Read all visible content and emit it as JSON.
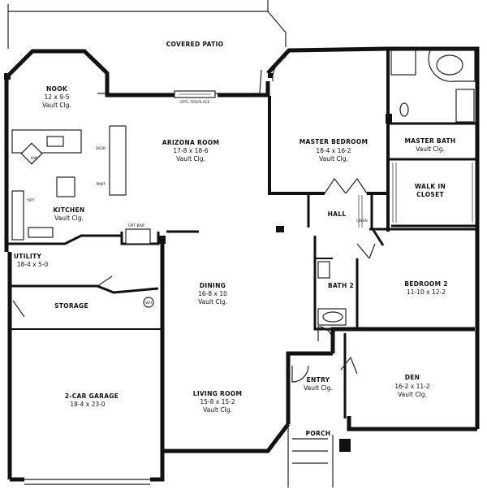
{
  "rooms": {
    "covered_patio": {
      "name": "COVERED PATIO"
    },
    "nook": {
      "name": "NOOK",
      "dims": "12 x 9-5",
      "note": "Vault Clg."
    },
    "arizona_room": {
      "name": "ARIZONA ROOM",
      "dims": "17-8 x 18-6",
      "note": "Vault Clg."
    },
    "master_bedroom": {
      "name": "MASTER BEDROOM",
      "dims": "18-4 x 16-2",
      "note": "Vault Clg."
    },
    "master_bath": {
      "name": "MASTER BATH",
      "note": "Vault Clg."
    },
    "walk_in_closet": {
      "name_line1": "WALK IN",
      "name_line2": "CLOSET"
    },
    "kitchen": {
      "name": "KITCHEN",
      "note": "Vault Clg."
    },
    "hall": {
      "name": "HALL"
    },
    "utility": {
      "name": "UTILITY",
      "dims": "18-4 x 5-0"
    },
    "storage": {
      "name": "STORAGE"
    },
    "dining": {
      "name": "DINING",
      "dims": "16-8 x 10",
      "note": "Vault Clg."
    },
    "bath2": {
      "name": "BATH 2"
    },
    "bedroom2": {
      "name": "BEDROOM 2",
      "dims": "11-10 x 12-2"
    },
    "garage": {
      "name": "2-CAR GARAGE",
      "dims": "18-4 x 23-0"
    },
    "living_room": {
      "name": "LIVING ROOM",
      "dims": "15-8 x 15-2",
      "note": "Vault Clg."
    },
    "entry": {
      "name": "ENTRY",
      "note": "Vault Clg."
    },
    "den": {
      "name": "DEN",
      "dims": "16-2 x 11-2",
      "note": "Vault Clg."
    },
    "porch": {
      "name": "PORCH"
    }
  },
  "fixtures": {
    "fireplace": "OPTL FIREPLACE",
    "desk": "DESK",
    "pantry": "PANT",
    "dishwasher": "DW",
    "range": "OPT",
    "bar": "OPT BAR",
    "linen": "LINEN",
    "water_heater": "WH"
  }
}
